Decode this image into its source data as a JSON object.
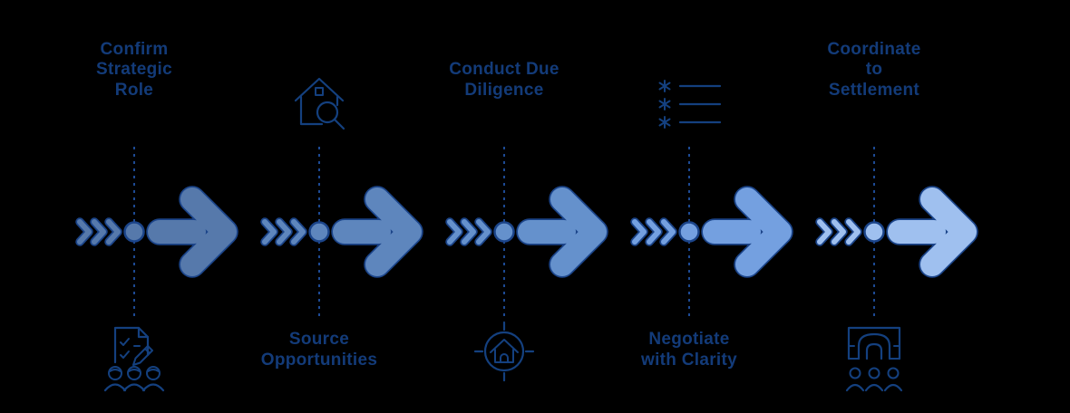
{
  "figure": {
    "background": "#000000",
    "text_color": "#133b79",
    "icon_stroke": "#14407f",
    "outline_color": "#1b4489",
    "dash_color": "#1d4a94"
  },
  "steps": [
    {
      "label": "Confirm\nStrategic\nRole",
      "label_position": "top",
      "icon": "checklist-people-icon",
      "icon_position": "bottom",
      "arrow_color": "#5679ab"
    },
    {
      "label": "Source\nOpportunities",
      "label_position": "bottom",
      "icon": "house-search-icon",
      "icon_position": "top",
      "arrow_color": "#5e86bd"
    },
    {
      "label": "Conduct Due\nDiligence",
      "label_position": "top",
      "icon": "house-target-icon",
      "icon_position": "bottom",
      "arrow_color": "#6591cc"
    },
    {
      "label": "Negotiate\nwith Clarity",
      "label_position": "bottom",
      "icon": "list-asterisks-icon",
      "icon_position": "top",
      "arrow_color": "#74a0e0"
    },
    {
      "label": "Coordinate\nto\nSettlement",
      "label_position": "top",
      "icon": "arch-people-icon",
      "icon_position": "bottom",
      "arrow_color": "#9fc0ef"
    }
  ]
}
